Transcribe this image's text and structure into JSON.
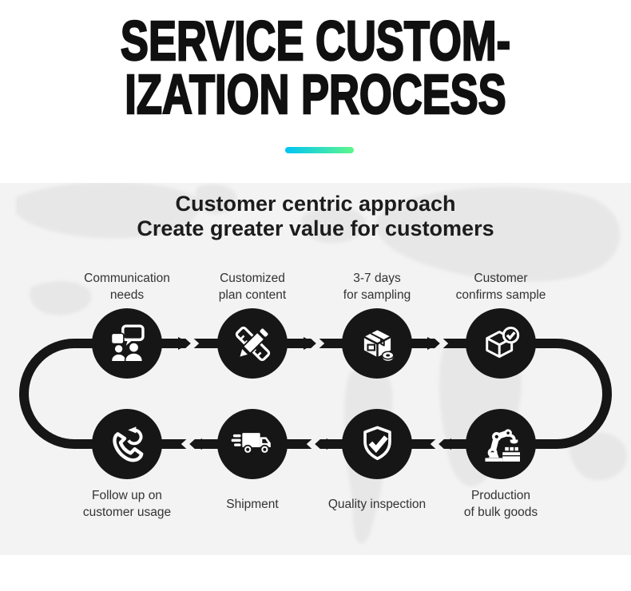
{
  "header": {
    "title_line1": "SERVICE CUSTOM-",
    "title_line2": "IZATION PROCESS",
    "divider_gradient_start": "#00c4f5",
    "divider_gradient_end": "#5ef68c"
  },
  "panel": {
    "background": "#f3f3f4",
    "subtitle_line1": "Customer centric approach",
    "subtitle_line2": "Create greater value for customers",
    "flow_line_color": "#161616",
    "circle_color": "#161616",
    "label_color": "#333333"
  },
  "steps": [
    {
      "label": "Communication\nneeds",
      "icon": "chat-people-icon"
    },
    {
      "label": "Customized\nplan content",
      "icon": "pencil-ruler-icon"
    },
    {
      "label": "3-7 days\nfor sampling",
      "icon": "package-tape-icon"
    },
    {
      "label": "Customer\nconfirms sample",
      "icon": "box-check-icon"
    },
    {
      "label": "Production\nof bulk goods",
      "icon": "robot-arm-icon"
    },
    {
      "label": "Quality inspection",
      "icon": "shield-check-icon"
    },
    {
      "label": "Shipment",
      "icon": "truck-icon"
    },
    {
      "label": "Follow up on\ncustomer usage",
      "icon": "phone-redo-icon"
    }
  ]
}
